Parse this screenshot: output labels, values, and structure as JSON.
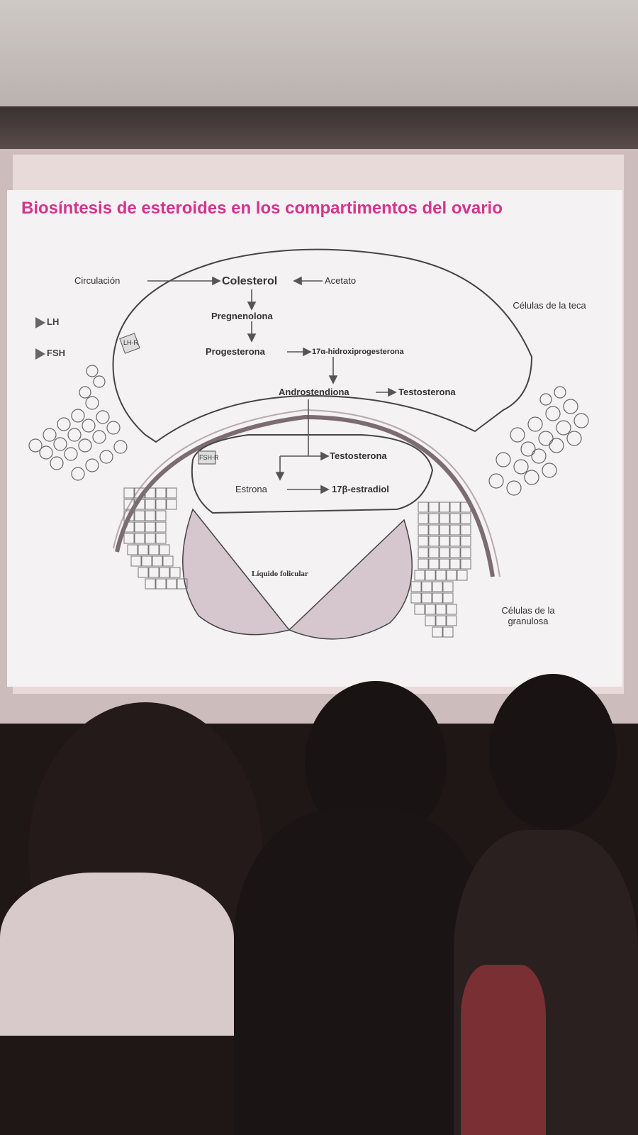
{
  "slide": {
    "title": "Biosíntesis de esteroides en los compartimentos del ovario",
    "hormones": [
      "LH",
      "FSH"
    ],
    "receptors": [
      "LH-R",
      "FSH-R"
    ],
    "labels": {
      "circulacion": "Circulación",
      "colesterol": "Colesterol",
      "acetato": "Acetato",
      "pregnenolona": "Pregnenolona",
      "progesterona": "Progesterona",
      "hidroxi": "17α-hidroxiprogesterona",
      "androstendiona": "Androstendiona",
      "testosterona_teca": "Testosterona",
      "testosterona_gran": "Testosterona",
      "estrona": "Estrona",
      "estradiol": "17β-estradiol",
      "liquido": "Líquido folicular",
      "celulas_teca": "Células de la teca",
      "celulas_granulosa": "Células de la granulosa"
    },
    "colors": {
      "title": "#d6338d",
      "follicle": "#d6c6cd"
    }
  }
}
